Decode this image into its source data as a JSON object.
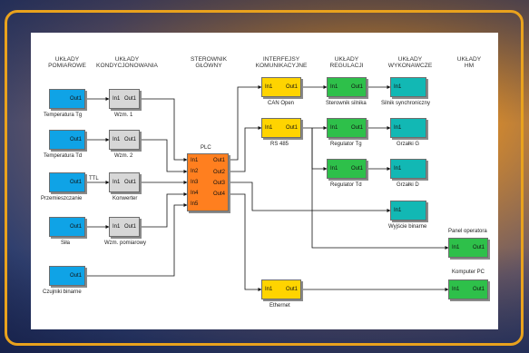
{
  "headers": {
    "pomiarowe": [
      "UKŁADY",
      "POMIAROWE"
    ],
    "kondycjonowania": [
      "UKŁADY",
      "KONDYCJONOWANIA"
    ],
    "sterownik": [
      "STEROWNIK",
      "GŁÓWNY"
    ],
    "interfejsy": [
      "INTERFEJSY",
      "KOMUNIKACYJNE"
    ],
    "regulacji": [
      "UKŁADY",
      "REGULACJI"
    ],
    "wykonawcze": [
      "UKŁADY",
      "WYKONAWCZE"
    ],
    "hm": [
      "UKŁADY",
      "HM"
    ]
  },
  "ports": {
    "in1": "In1",
    "out1": "Out1",
    "in2": "In2",
    "in3": "In3",
    "in4": "In4",
    "in5": "In5",
    "out2": "Out2",
    "out3": "Out3",
    "out4": "Out4"
  },
  "sensors": [
    "Temperatura Tg",
    "Temperatura Td",
    "Przemieszczanie",
    "Siła",
    "Czujniki binarne"
  ],
  "conditioners": [
    "Wzm. 1",
    "Wzm. 2",
    "Konwerter",
    "Wzm. pomiarowy"
  ],
  "ttl": "TTL",
  "plc": "PLC",
  "interfaces": [
    "CAN Open",
    "RS 485",
    "Ethernet"
  ],
  "regulators": [
    "Sterownik silnika",
    "Regulator Tg",
    "Regulator Td"
  ],
  "actuators": [
    "Silnik synchroniczny",
    "Grzałki G",
    "Grzałki D",
    "Wyjście binarne"
  ],
  "hm": [
    "Panel operatora",
    "Komputer PC"
  ],
  "colors": {
    "sensor": "#0fa3e6",
    "conditioner": "#d7d7d7",
    "plc": "#ff7f1f",
    "interface": "#ffd400",
    "regulator": "#2ec04a",
    "actuator": "#12b8b4",
    "hm": "#2ec04a",
    "frame": "#e9a21d"
  }
}
